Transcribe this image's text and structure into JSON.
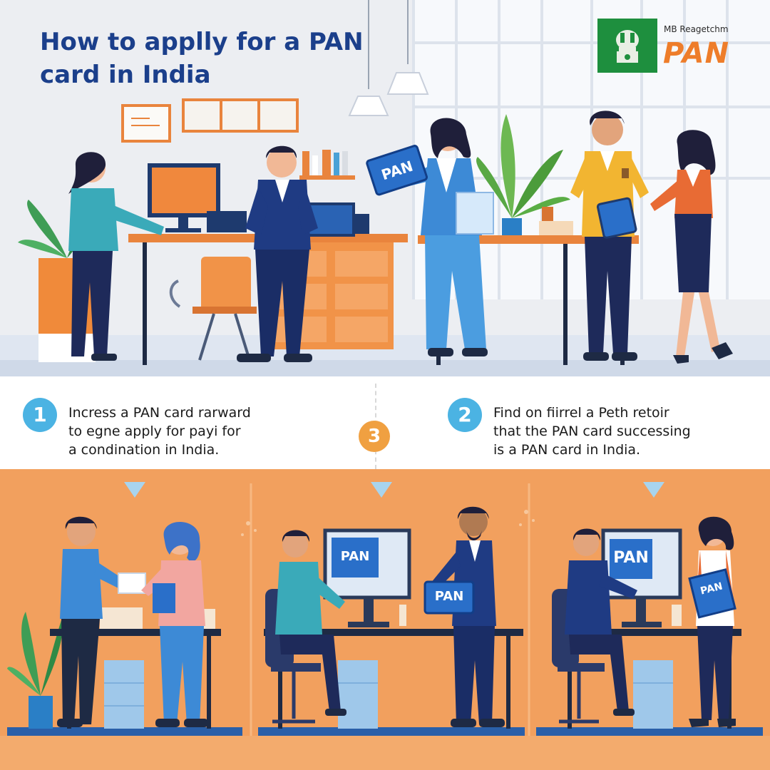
{
  "header": {
    "title_line1": "How to applly for a PAN",
    "title_line2": "card in India"
  },
  "logo": {
    "top_text": "MB Reagetchm",
    "brand_text": "PAN",
    "emblem_icon": "national-emblem-icon",
    "emblem_color": "#1e8f3e",
    "brand_color": "#ee7d2a"
  },
  "scene_top": {
    "card_label": "PAN"
  },
  "steps": [
    {
      "number": "1",
      "line1": "Incress a PAN card rarward",
      "line2": "to egne apply for payi for",
      "line3": "a condination in India."
    },
    {
      "number": "3"
    },
    {
      "number": "2",
      "line1": "Find on fiirrel a Peth retoir",
      "line2": "that the PAN card successing",
      "line3": "is a PAN card in India."
    }
  ],
  "scene_bottom": {
    "screen2_label": "PAN",
    "card2_label": "PAN",
    "screen3_label": "PAN",
    "folder3_label": "PAN"
  },
  "colors": {
    "title": "#1b3f8b",
    "badge_blue": "#4bb3e3",
    "badge_orange": "#f0a041",
    "scene_bottom_bg": "#f2a05e",
    "accent_blue": "#2a6fc9"
  }
}
